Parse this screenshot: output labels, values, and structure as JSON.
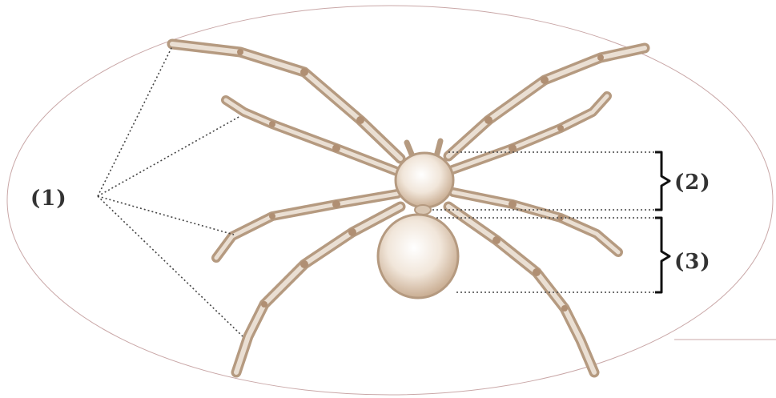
{
  "labels": {
    "legs": "(1)",
    "cephalothorax": "(2)",
    "abdomen": "(3)"
  },
  "colors": {
    "outline": "#c9a7a7",
    "leg_outline": "#b59a80",
    "leg_fill": "#eadfd3",
    "body_fill": "#f4ece4",
    "text": "#333333"
  }
}
